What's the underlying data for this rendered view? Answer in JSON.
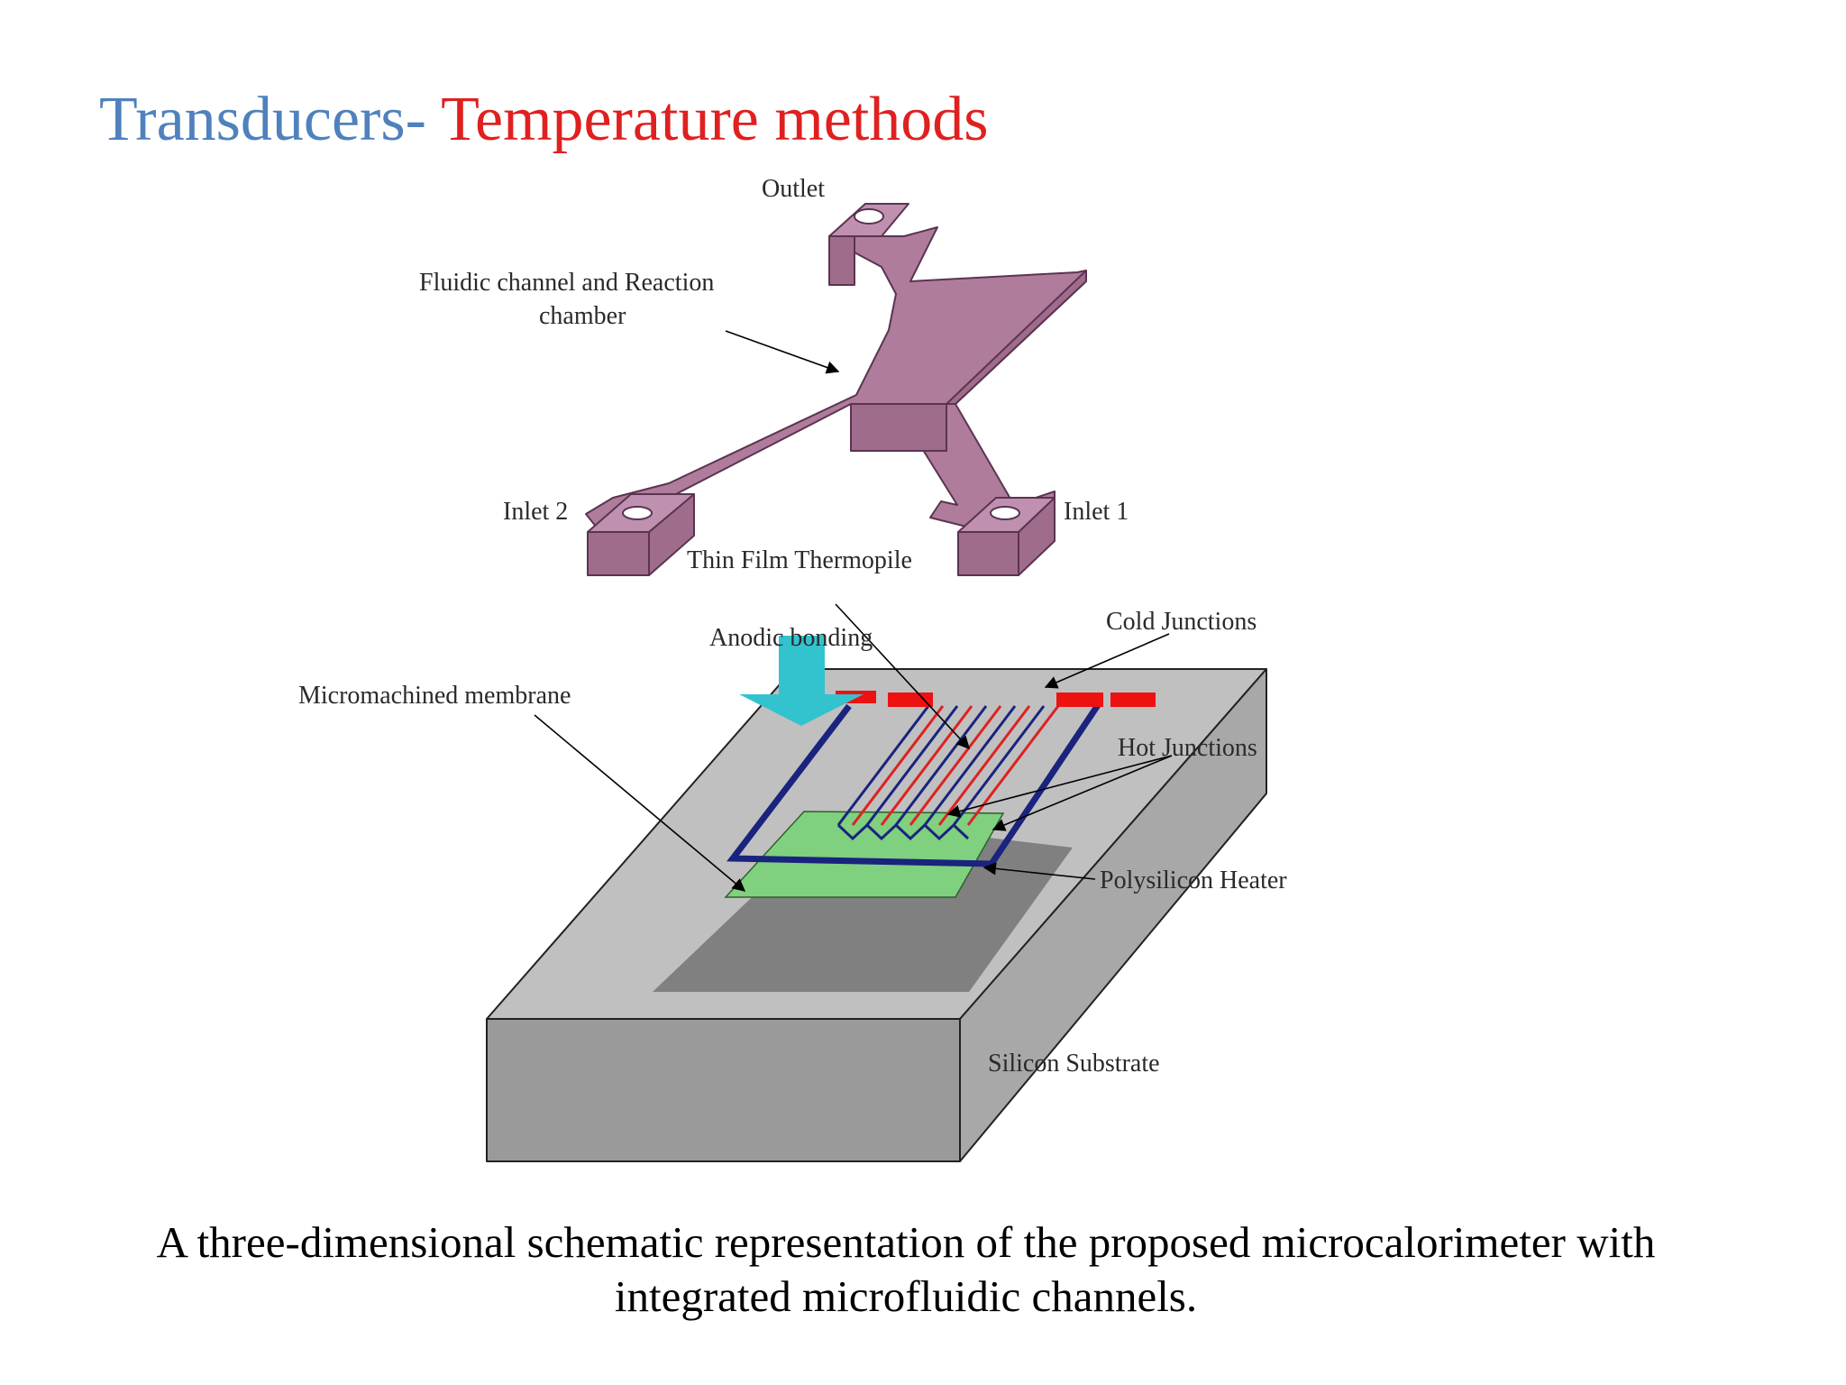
{
  "title": {
    "part1": "Transducers-",
    "part2": " Temperature methods",
    "part1_color": "#4f81bd",
    "part2_color": "#e02020"
  },
  "diagram_labels": {
    "outlet": "Outlet",
    "fluidic_channel_line1": "Fluidic channel and Reaction",
    "fluidic_channel_line2": "chamber",
    "inlet2": "Inlet 2",
    "inlet1": "Inlet 1",
    "thin_film_thermopile": "Thin Film Thermopile",
    "anodic_bonding": "Anodic bonding",
    "cold_junctions": "Cold Junctions",
    "micromachined_membrane": "Micromachined membrane",
    "hot_junctions": "Hot Junctions",
    "polysilicon_heater": "Polysilicon Heater",
    "silicon_substrate": "Silicon Substrate"
  },
  "colors": {
    "fluidic_chip": "#b07c9c",
    "substrate_top": "#c0c0c0",
    "substrate_front": "#9a9a9a",
    "substrate_side": "#a8a8a8",
    "membrane": "#808080",
    "heater": "#7fd07f",
    "thermopile_frame": "#1a237e",
    "junction_pad": "#ee1111",
    "bonding_arrow": "#33c3cf"
  },
  "caption": {
    "line1": "A three-dimensional schematic representation of the proposed microcalorimeter with",
    "line2": "integrated microfluidic channels."
  }
}
